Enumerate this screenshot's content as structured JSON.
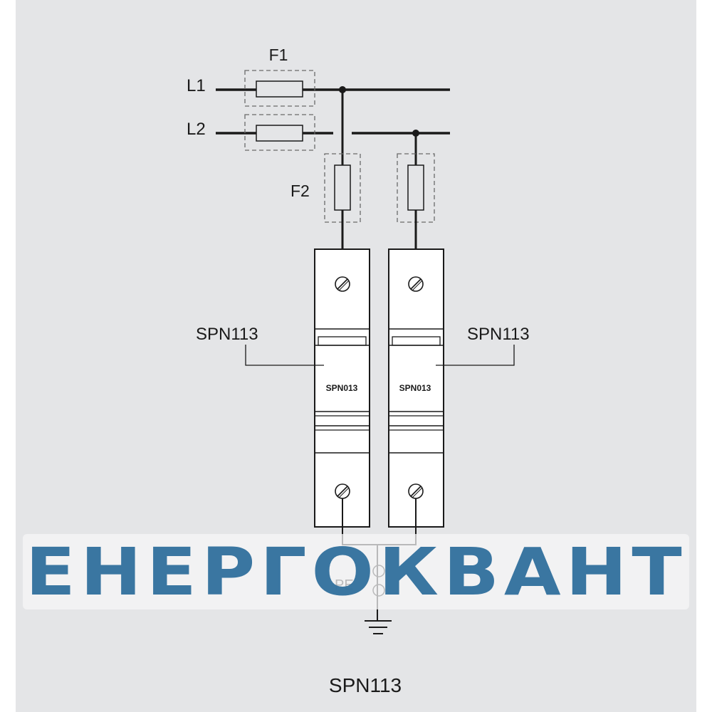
{
  "diagram": {
    "lines": {
      "l1": "L1",
      "l2": "L2"
    },
    "fuses": {
      "f1": "F1",
      "f2": "F2"
    },
    "devices": {
      "left_label": "SPN113",
      "right_label": "SPN113",
      "left_module_text": "SPN013",
      "right_module_text": "SPN013"
    },
    "ground": {
      "pe_label": "PE"
    },
    "caption": "SPN113"
  },
  "watermark": {
    "text": "ЕНЕРГОКВАНТ",
    "color": "#2f6f9c"
  },
  "colors": {
    "background": "#e4e5e7",
    "line": "#1a1a1a",
    "dashed": "#6a6a6a"
  }
}
